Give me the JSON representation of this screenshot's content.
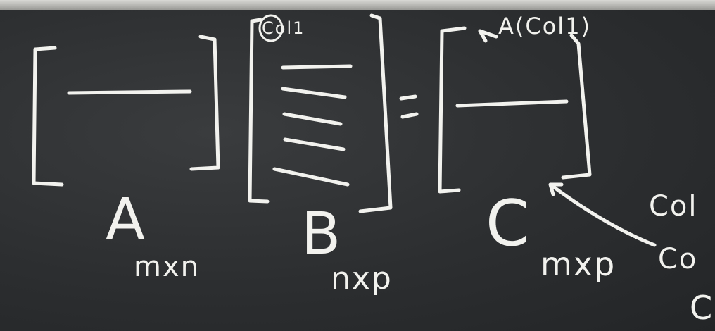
{
  "matrices": {
    "a": {
      "letter": "A",
      "dims": "mxn"
    },
    "b": {
      "letter": "B",
      "dims": "nxp",
      "annotation": "Col1"
    },
    "c": {
      "letter": "C",
      "dims": "mxp",
      "annotation": "A(Col1)"
    }
  },
  "edge_text": [
    "Col",
    "Co",
    "C"
  ],
  "colors": {
    "board": "#2a2c2e",
    "chalk": "#f2f2ee"
  }
}
